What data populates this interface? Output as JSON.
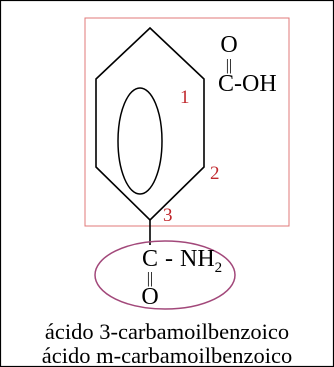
{
  "molecule": {
    "carboxyl": {
      "oxygen_double": "O",
      "double_bond": "||",
      "group": "C-OH"
    },
    "amide": {
      "carbon": "C",
      "bond": "-",
      "group": "NH",
      "subscript": "2",
      "double_bond": "||",
      "oxygen": "O"
    },
    "locants": {
      "one": "1",
      "two": "2",
      "three": "3"
    }
  },
  "names": {
    "iupac": "ácido 3-carbamoilbenzoico",
    "common": "ácido m-carbamoilbenzoico"
  },
  "colors": {
    "structure": "#000000",
    "locant": "#c0282d",
    "frame": "#e07878",
    "ellipse": "#a2487a"
  }
}
